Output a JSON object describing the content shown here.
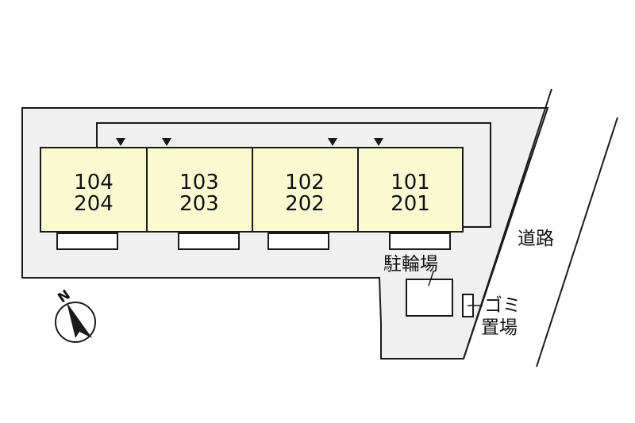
{
  "colors": {
    "site_fill": "#f0f0f0",
    "building_fill": "#fafad2",
    "outline": "#1a1a1a",
    "background": "#ffffff"
  },
  "units": [
    {
      "lower": "104",
      "upper": "204"
    },
    {
      "lower": "103",
      "upper": "203"
    },
    {
      "lower": "102",
      "upper": "202"
    },
    {
      "lower": "101",
      "upper": "201"
    }
  ],
  "labels": {
    "road": "道路",
    "bicycle_parking": "駐輪場",
    "garbage_line1": "ゴミ",
    "garbage_line2": "置場",
    "north": "N"
  },
  "icons": {
    "entrance_marker": "triangle-down-icon",
    "compass": "north-arrow-icon"
  }
}
